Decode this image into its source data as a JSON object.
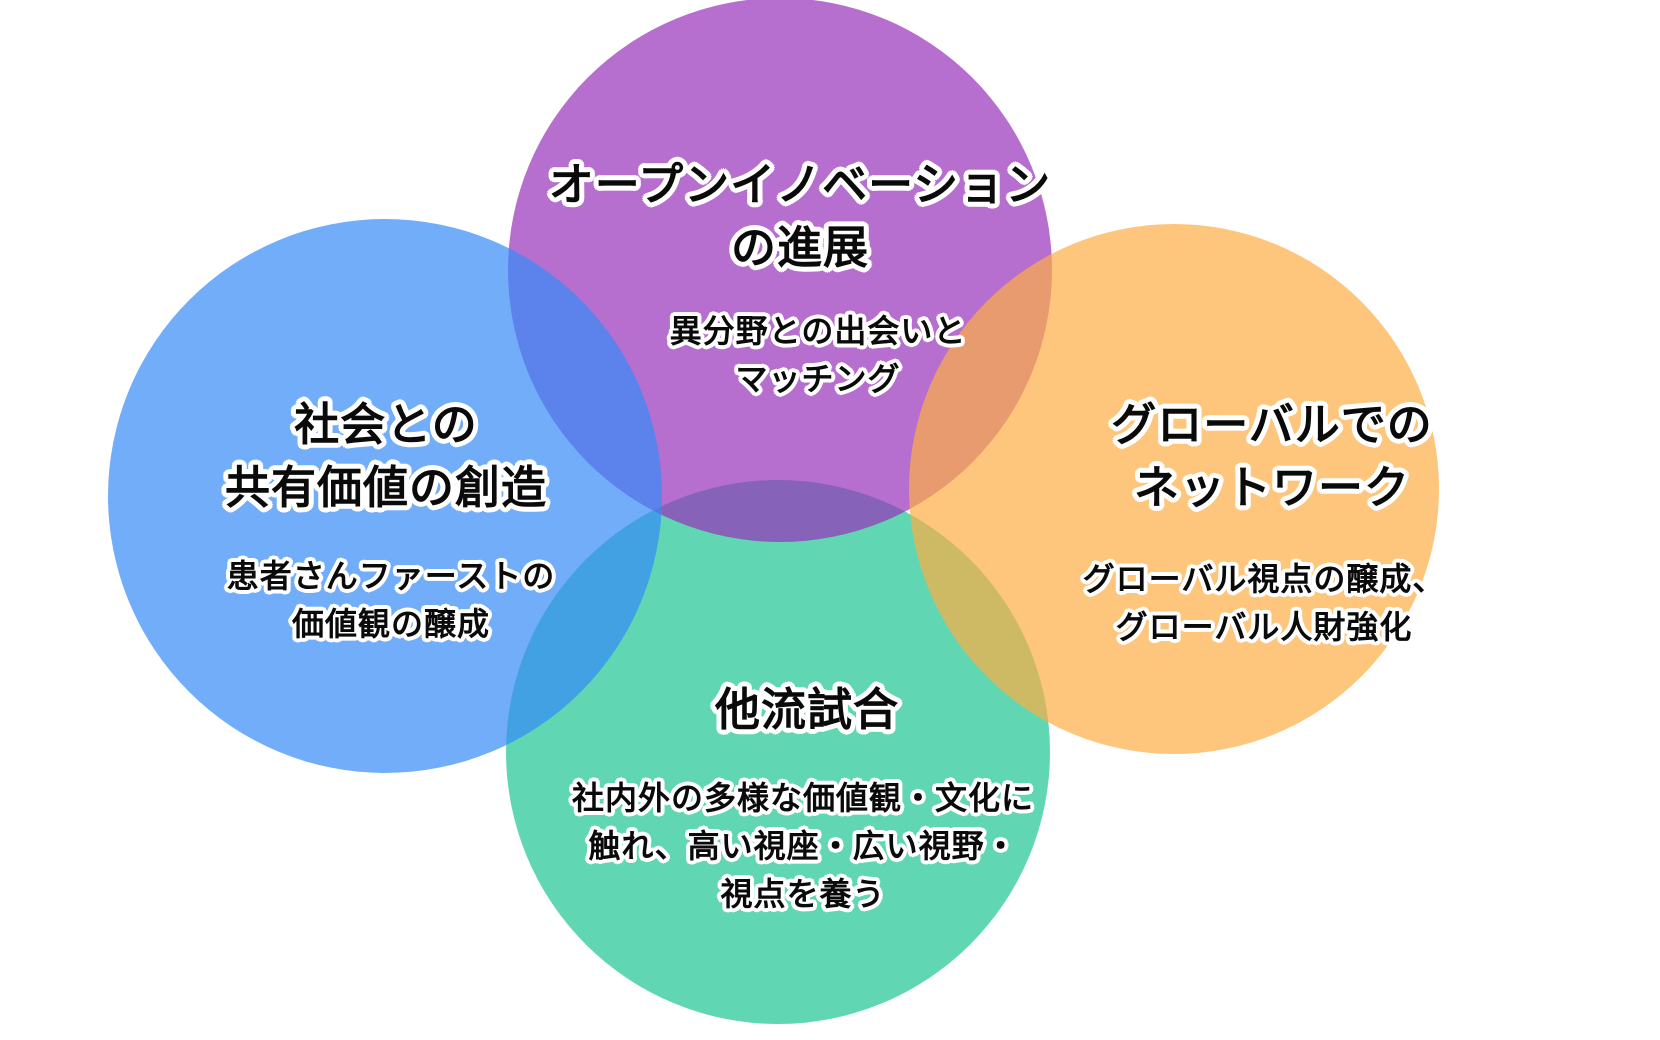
{
  "page": {
    "background": "#ffffff",
    "text_color": "#0a0a0a",
    "text_outline_color": "#ffffff"
  },
  "diagram": {
    "type": "four-circle-venn-flower",
    "circles": {
      "top": {
        "id": "open-innovation",
        "title": "オープンイノベーション\nの進展",
        "subtitle": "異分野との出会いと\nマッチング",
        "fill_display": "#B66FCF",
        "fill_rgba": "rgba(151,49,186,0.7)"
      },
      "left": {
        "id": "shared-value-with-society",
        "title": "社会との\n共有価値の創造",
        "subtitle": "患者さんファーストの\n価値観の醸成",
        "fill_display": "#72ADFA",
        "fill_rgba": "rgba(54,138,248,0.7)"
      },
      "right": {
        "id": "global-network",
        "title": "グローバルでの\nネットワーク",
        "subtitle": "グローバル視点の醸成、\nグローバル人財強化",
        "fill_display": "#FEC67D",
        "fill_rgba": "rgba(254,174,69,0.7)"
      },
      "bottom": {
        "id": "taryu-jiai",
        "title": "他流試合",
        "subtitle": "社内外の多様な価値観・文化に\n触れ、高い視座・広い視野・\n視点を養う",
        "fill_display": "#61D7B3",
        "fill_rgba": "rgba(29,198,146,0.7)"
      }
    },
    "overlap_colors": {
      "blue_purple": "#5C7AE8",
      "blue_teal": "#3FA0DD",
      "purple_orange": "#E0906F",
      "purple_teal": "#8063B8",
      "orange_teal": "#C4B468"
    }
  }
}
